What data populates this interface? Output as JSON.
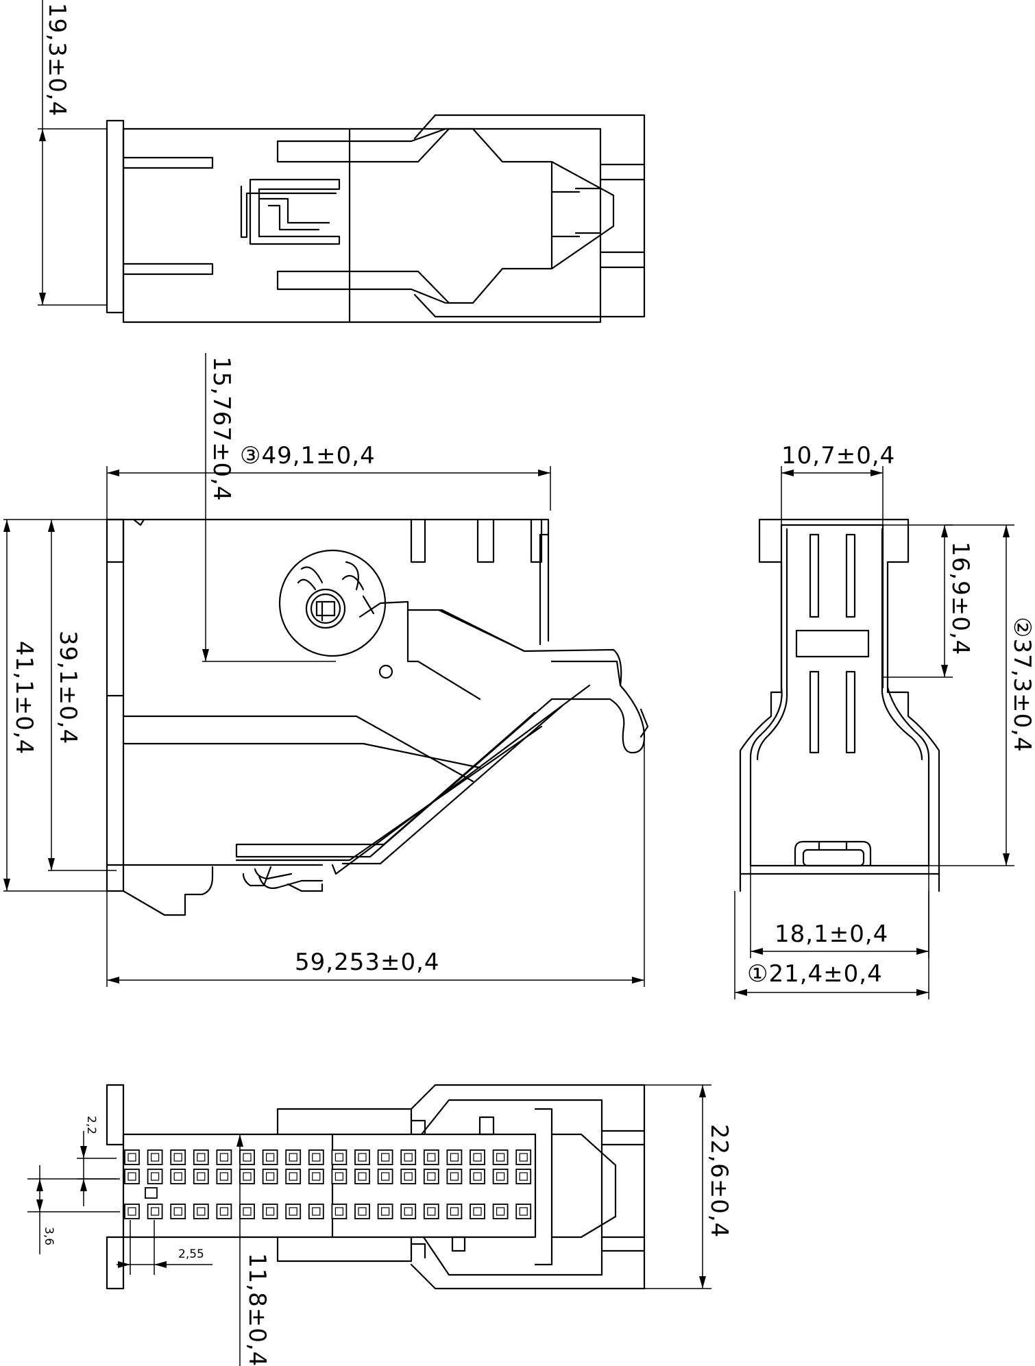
{
  "top_view": {
    "height_dim": "19,3±0,4"
  },
  "side_view": {
    "width_dim": "③49,1±0,4",
    "offset_dim": "15,767±0,4",
    "height_outer_dim": "41,1±0,4",
    "height_inner_dim": "39,1±0,4",
    "length_dim": "59,253±0,4"
  },
  "end_view": {
    "top_width_dim": "10,7±0,4",
    "upper_height_dim": "16,9±0,4",
    "total_height_dim": "②37,3±0,4",
    "inner_width_dim": "18,1±0,4",
    "outer_width_dim": "①21,4±0,4"
  },
  "bottom_view": {
    "row_pitch_dim": "2,2",
    "row_gap_dim": "3,6",
    "col_pitch_dim": "2,55",
    "half_width_dim": "11,8±0,4",
    "total_width_dim": "22,6±0,4",
    "pin_rows": 3,
    "pins_per_row": 18
  }
}
